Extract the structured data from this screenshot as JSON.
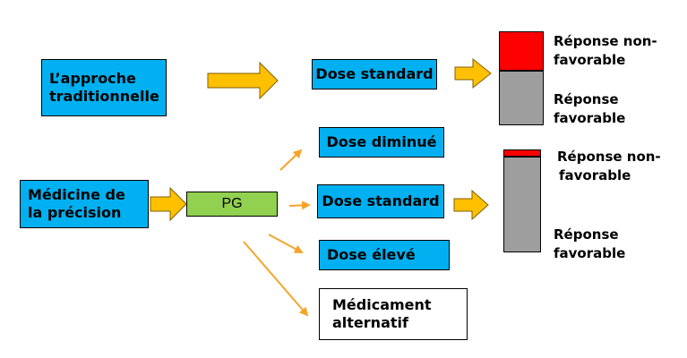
{
  "traditional": {
    "label_line1": "L’approche",
    "label_line2": "traditionnelle"
  },
  "precision": {
    "label_line1": "Médicine de",
    "label_line2": "la précision"
  },
  "pg": {
    "label": "PG"
  },
  "dose_standard_top": {
    "label": "Dose standard"
  },
  "dose_diminue": {
    "label": "Dose diminué"
  },
  "dose_standard_mid": {
    "label": "Dose standard"
  },
  "dose_eleve": {
    "label": "Dose élevé"
  },
  "medicament": {
    "label_line1": "Médicament",
    "label_line2": "alternatif"
  },
  "bar_top": {
    "unfavorable_line1": "Réponse non-",
    "unfavorable_line2": "favorable",
    "favorable_line1": "Réponse",
    "favorable_line2": "favorable",
    "unfavorable_fraction": 0.42
  },
  "bar_bottom": {
    "unfavorable_line1": "Réponse non-",
    "unfavorable_line2": "favorable",
    "favorable_line1": "Réponse",
    "favorable_line2": "favorable",
    "unfavorable_fraction": 0.07
  },
  "colors": {
    "box_blue": "#00b0f0",
    "box_green": "#92d050",
    "arrow_gold": "#ffc000",
    "arrow_orange": "#f4a429",
    "bar_red": "#ff0000",
    "bar_grey": "#9e9e9e"
  }
}
